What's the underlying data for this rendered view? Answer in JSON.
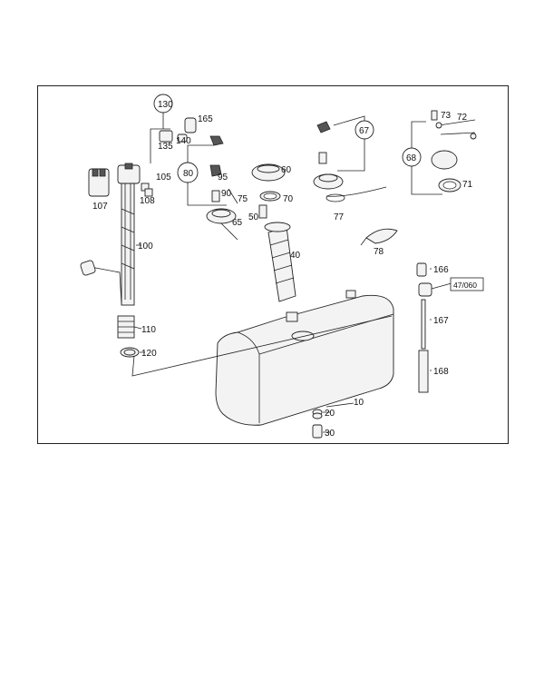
{
  "labels": {
    "p130": "130",
    "p165": "165",
    "p135": "135",
    "p140": "140",
    "p80": "80",
    "p95": "95",
    "p90": "90",
    "p75": "75",
    "p65": "65",
    "p50": "50",
    "p60": "60",
    "p70": "70",
    "p67": "67",
    "p77": "77",
    "p78": "78",
    "p73": "73",
    "p72": "72",
    "p68": "68",
    "p71": "71",
    "p107": "107",
    "p105": "105",
    "p108": "108",
    "p100": "100",
    "p40": "40",
    "p110": "110",
    "p120": "120",
    "p166": "166",
    "ref": "47/060",
    "p167": "167",
    "p168": "168",
    "p10": "10",
    "p20": "20",
    "p30": "30"
  }
}
